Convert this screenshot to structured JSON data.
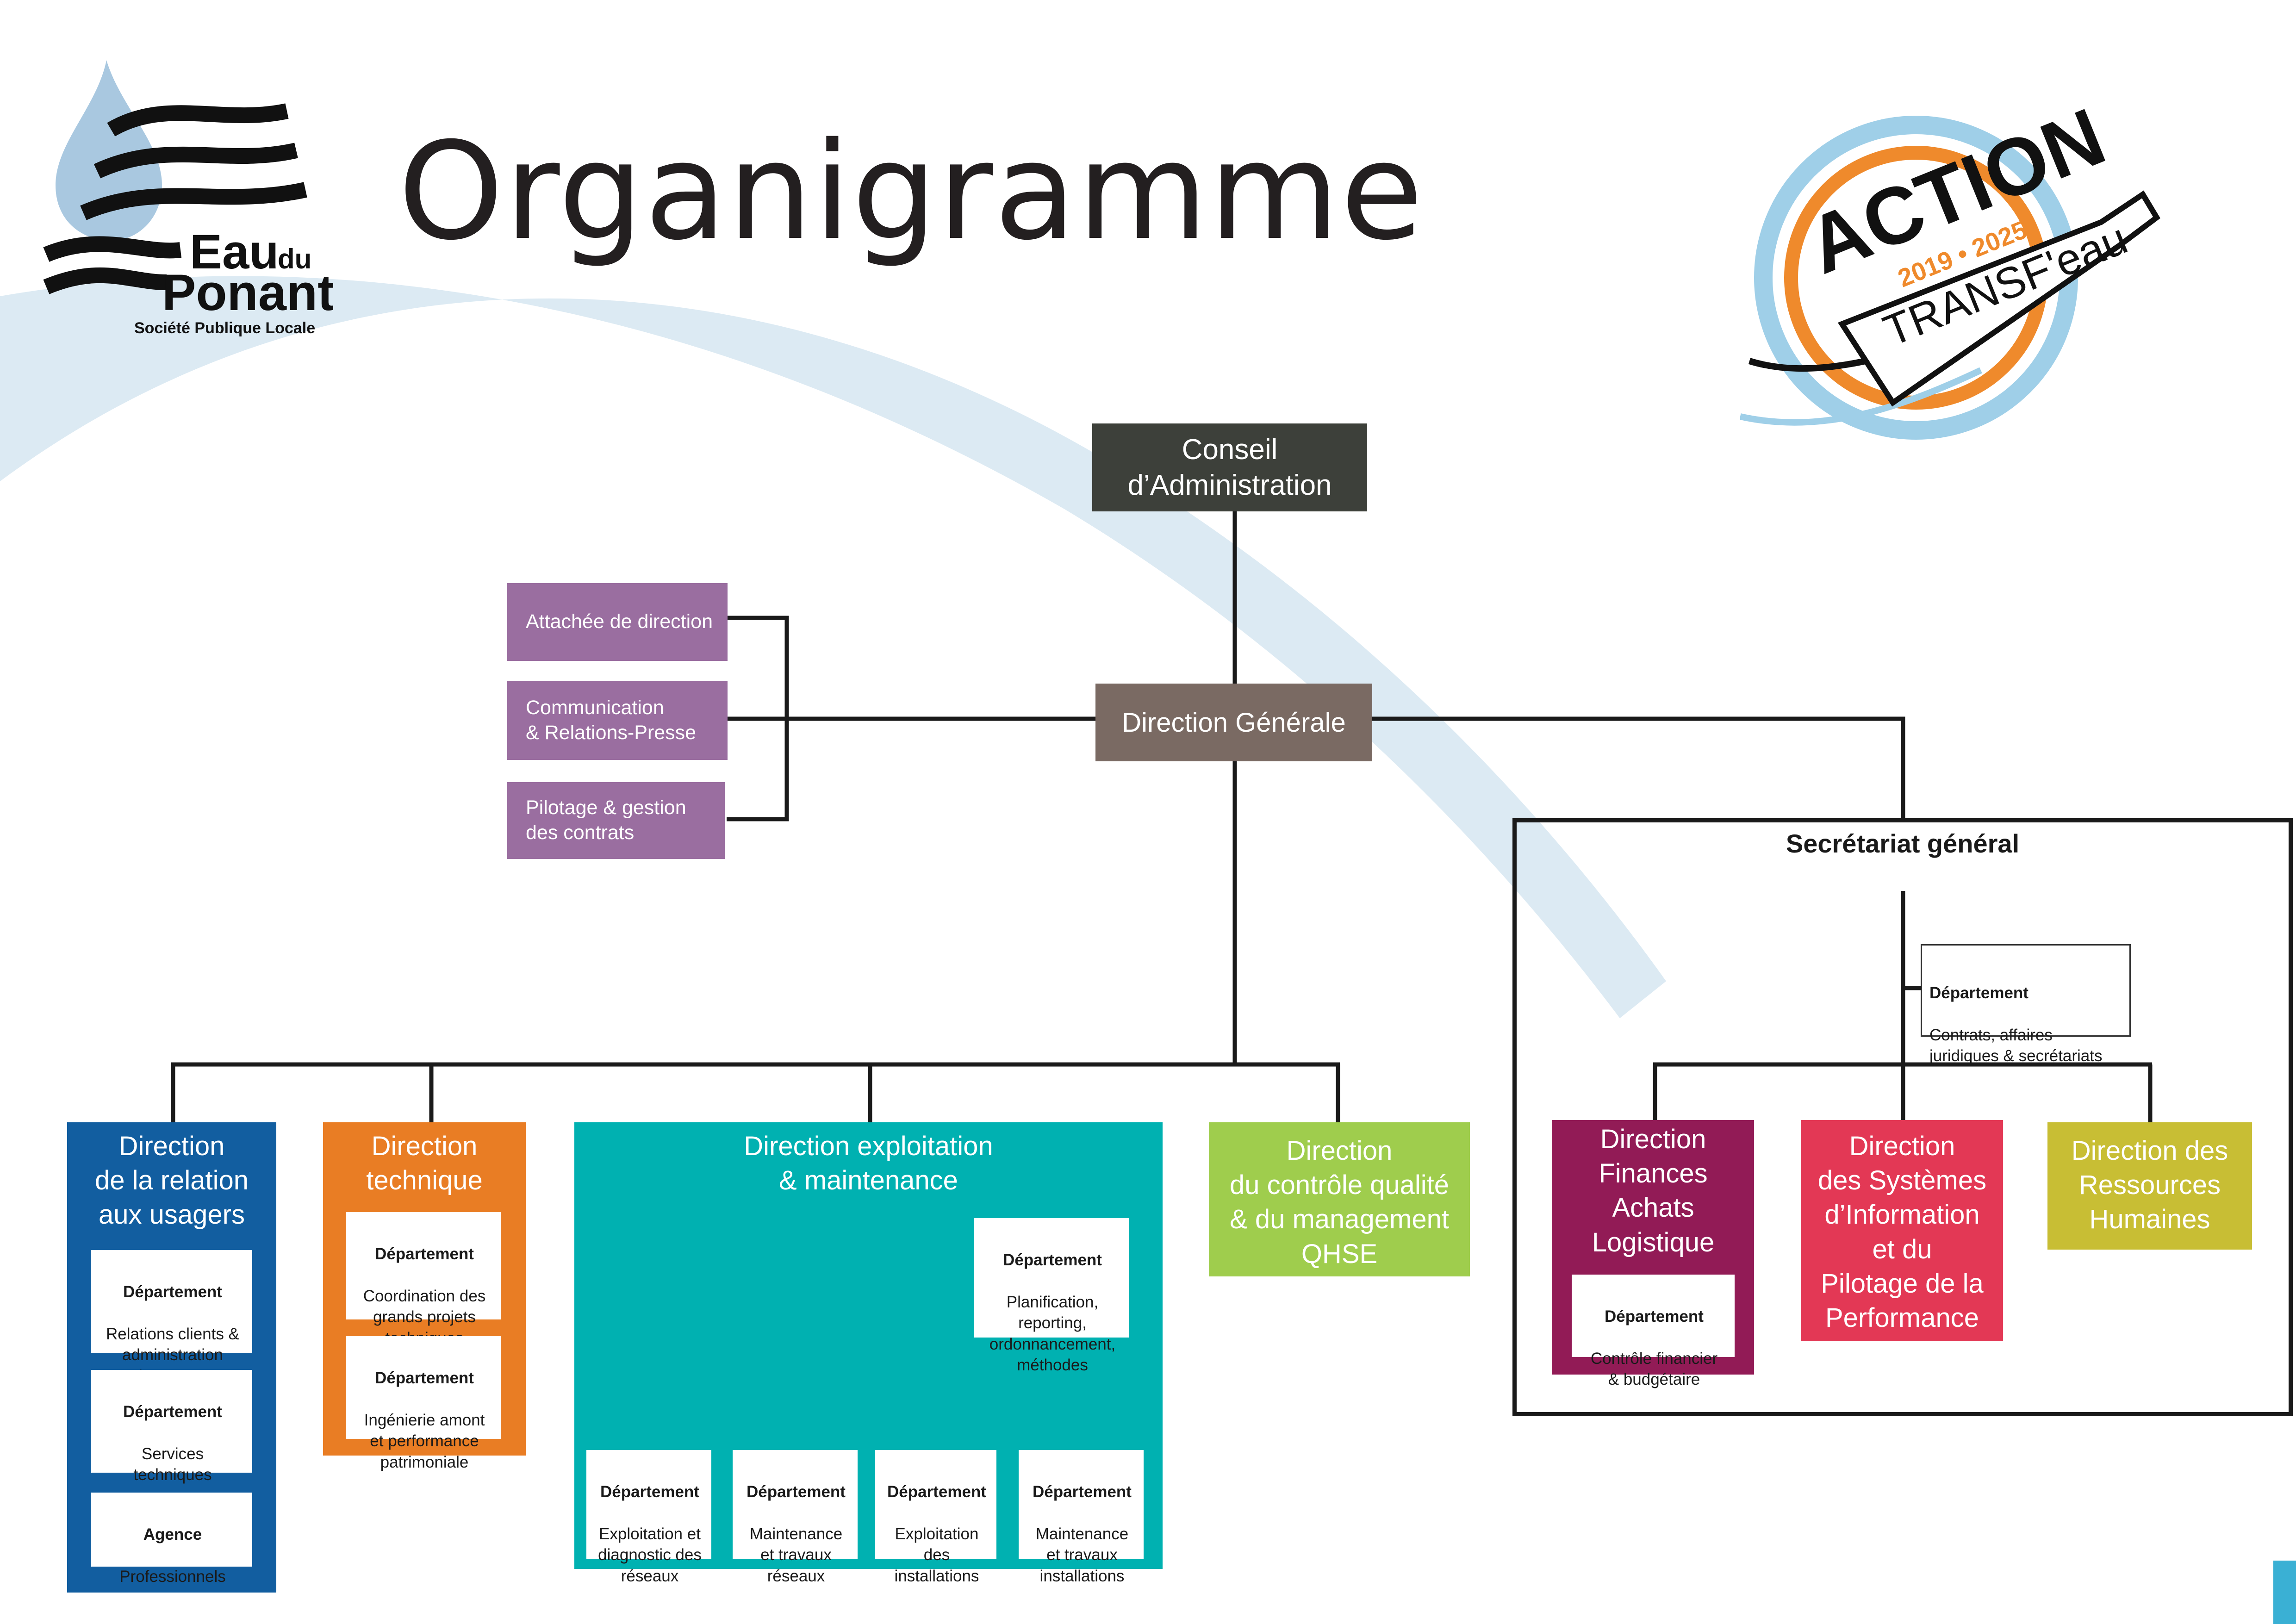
{
  "header": {
    "title": "Organigramme"
  },
  "logo_left": {
    "line1": "Eau",
    "line1_small": "du",
    "line2": "Ponant",
    "tagline": "Société Publique Locale"
  },
  "logo_right": {
    "word1": "ACTION",
    "years": "2019 • 2025",
    "word2": "TRANSF'eau"
  },
  "top": {
    "conseil": "Conseil\nd’Administration",
    "direction_generale": "Direction Générale"
  },
  "staff": [
    "Attachée de direction",
    "Communication\n& Relations-Presse",
    "Pilotage & gestion\ndes contrats"
  ],
  "directions": {
    "usagers": {
      "title": "Direction\nde la relation\naux usagers",
      "departments": [
        {
          "head": "Département",
          "text": "Relations clients &\nadministration\ndes ventes"
        },
        {
          "head": "Département",
          "text": "Services\ntechniques\naux usagers"
        },
        {
          "head": "Agence",
          "text": "Professionnels"
        }
      ]
    },
    "technique": {
      "title": "Direction\ntechnique",
      "departments": [
        {
          "head": "Département",
          "text": "Coordination des\ngrands projets\ntechniques"
        },
        {
          "head": "Département",
          "text": "Ingénierie amont\net performance\npatrimoniale"
        }
      ]
    },
    "exploitation": {
      "title": "Direction exploitation\n& maintenance",
      "planning": {
        "head": "Département",
        "text": "Planification,\nreporting,\nordonnancement,\nméthodes"
      },
      "departments": [
        {
          "head": "Département",
          "text": "Exploitation et\ndiagnostic des\nréseaux"
        },
        {
          "head": "Département",
          "text": "Maintenance\net travaux\nréseaux"
        },
        {
          "head": "Département",
          "text": "Exploitation\ndes\ninstallations"
        },
        {
          "head": "Département",
          "text": "Maintenance\net travaux\ninstallations"
        }
      ]
    },
    "qhse": {
      "title": "Direction\ndu contrôle qualité\n& du management\nQHSE"
    }
  },
  "secretariat": {
    "title": "Secrétariat général",
    "contracts": {
      "head": "Département",
      "text": "Contrats, affaires\njuridiques & secrétariats"
    },
    "finances": {
      "title": "Direction\nFinances\nAchats\nLogistique",
      "department": {
        "head": "Département",
        "text": "Contrôle financier\n& budgétaire"
      }
    },
    "si": {
      "title": "Direction\ndes Systèmes\nd’Information\net du\nPilotage de la\nPerformance"
    },
    "rh": {
      "title": "Direction des\nRessources\nHumaines"
    }
  },
  "colors": {
    "conseil": "#3d403a",
    "direction_generale": "#7a6a63",
    "staff": "#9a6ea0",
    "usagers": "#125ea0",
    "technique": "#e97d24",
    "exploitation": "#00b1b1",
    "qhse": "#9fcd4d",
    "finances": "#921b56",
    "si": "#e33855",
    "rh": "#c8be34",
    "wave": "#dceaf3",
    "lines": "#1a1a1a"
  }
}
